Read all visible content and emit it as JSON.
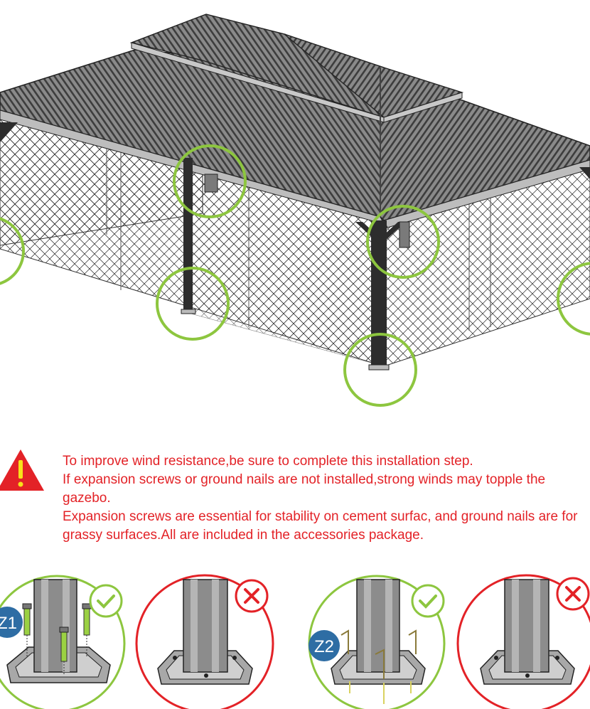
{
  "warning": {
    "lines": [
      "To improve wind resistance,be sure to complete this installation step.",
      "If expansion screws or ground nails are not installed,strong winds may topple the gazebo.",
      "Expansion screws are essential for stability on cement surfac, and ground nails are for grassy surfaces.All are included in the accessories package."
    ]
  },
  "panels": [
    {
      "badge": "Z1",
      "status": "correct"
    },
    {
      "badge": "",
      "status": "incorrect"
    },
    {
      "badge": "Z2",
      "status": "correct"
    },
    {
      "badge": "",
      "status": "incorrect"
    }
  ],
  "colors": {
    "highlight": "#8dc63f",
    "error": "#e32227",
    "badge": "#2e6da4",
    "roof": "#5e5e5e",
    "frame": "#2d2d2d"
  }
}
